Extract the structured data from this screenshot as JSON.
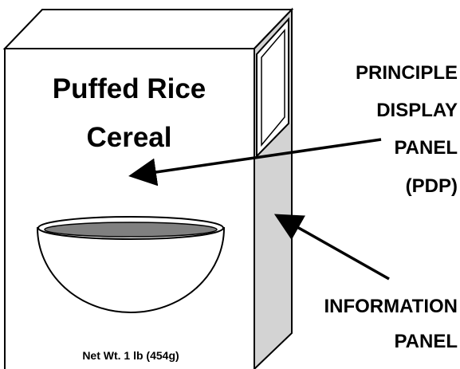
{
  "box": {
    "product_name_line1": "Puffed Rice",
    "product_name_line2": "Cereal",
    "net_weight": "Net Wt.  1 lb (454g)"
  },
  "labels": {
    "pdp": [
      "PRINCIPLE",
      "DISPLAY",
      "PANEL",
      "(PDP)"
    ],
    "info": [
      "INFORMATION",
      "PANEL"
    ]
  },
  "colors": {
    "info_panel": "#d3d3d3",
    "bowl_contents": "#808080",
    "outline": "#000000"
  },
  "icons": [
    "cereal-bowl-icon",
    "arrow"
  ]
}
